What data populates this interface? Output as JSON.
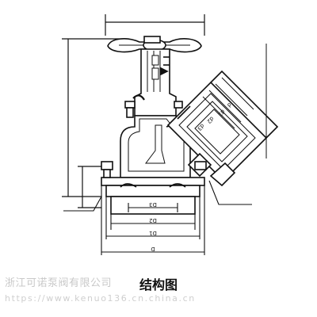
{
  "drawing": {
    "caption": "结构图",
    "dimension_labels": {
      "D": "D",
      "D1": "D1",
      "D2": "D2",
      "D3": "D3",
      "d": "d",
      "d1": "d1",
      "d2": "d2",
      "d3": "d3"
    }
  },
  "watermark": {
    "company": "浙江可诺泵阀有限公司",
    "url": "https://www.kenuo136.cn.china.cn"
  }
}
